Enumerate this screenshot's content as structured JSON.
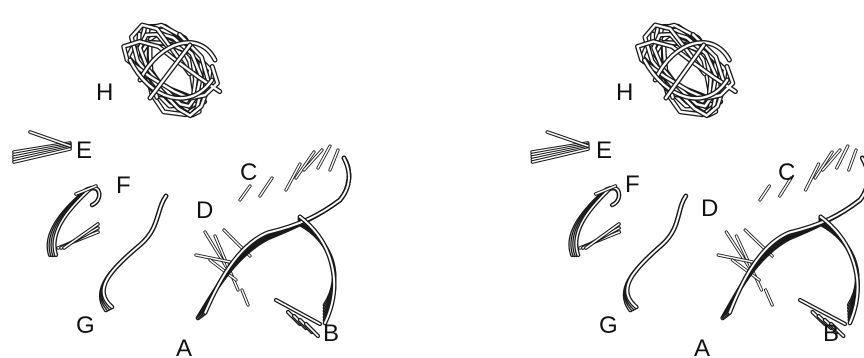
{
  "figure": {
    "panels": [
      {
        "id": "left",
        "labels": {
          "H": "H",
          "E": "E",
          "F": "F",
          "C": "C",
          "D": "D",
          "G": "G",
          "A": "A",
          "B": "B"
        }
      },
      {
        "id": "right",
        "labels": {
          "H": "H",
          "E": "E",
          "F": "F",
          "C": "C",
          "D": "D",
          "G": "G",
          "A": "A",
          "B": "B"
        }
      }
    ],
    "colors": {
      "outline": "#1a1a1a",
      "fill": "#ffffff",
      "background": "#ffffff"
    }
  }
}
